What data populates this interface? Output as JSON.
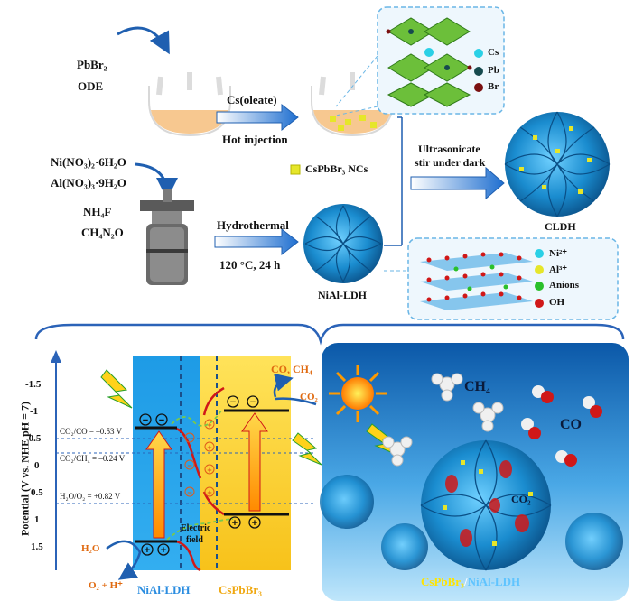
{
  "synthesis": {
    "reagents_top": [
      "PbBr₂",
      "ODE"
    ],
    "step1_label": "Cs(oleate)",
    "step1_method": "Hot injection",
    "nc_legend": "CsPbBr₃ NCs",
    "reagents_bottom": [
      "Ni(NO₃)₂·6H₂O",
      "Al(NO₃)₃·9H₂O",
      "NH₄F",
      "CH₄N₂O"
    ],
    "step2_method": "Hydrothermal",
    "step2_condition": "120 °C, 24 h",
    "ldh_label": "NiAl-LDH",
    "combine_line1": "Ultrasonicate",
    "combine_line2": "stir under dark",
    "product_label": "CLDH",
    "perovskite_legend": [
      {
        "label": "Cs",
        "color": "#2ad0e6"
      },
      {
        "label": "Pb",
        "color": "#164a4e"
      },
      {
        "label": "Br",
        "color": "#7a1010"
      }
    ],
    "ldh_legend": [
      {
        "label": "Ni²⁺",
        "color": "#2ad0e6"
      },
      {
        "label": "Al³⁺",
        "color": "#e6e62a"
      },
      {
        "label": "Anions",
        "color": "#2ac02a"
      },
      {
        "label": "OH",
        "color": "#d01818"
      }
    ]
  },
  "band_diagram": {
    "y_axis_label": "Potential (V vs. NHE pH = 7)",
    "y_ticks": [
      "-1.5",
      "-1",
      "-0.5",
      "0",
      "0.5",
      "1",
      "1.5"
    ],
    "levels": [
      "CO₂/CO = –0.53 V",
      "CO₂/CH₄ = –0.24 V",
      "H₂O/O₂ = +0.82 V"
    ],
    "ldh_name": "NiAl-LDH",
    "pvk_name": "CsPbBr₃",
    "field_label_1": "Electric",
    "field_label_2": "field",
    "products": "CO, CH₄",
    "reactant_co2": "CO₂",
    "reactant_h2o": "H₂O",
    "oxidation_products": "O₂ + H⁺"
  },
  "scene": {
    "ch4_label": "CH₄",
    "co_label": "CO",
    "co2_label": "CO₂",
    "composite_part1": "CsPbBr₃",
    "composite_sep": "/",
    "composite_part2": "NiAl-LDH"
  }
}
